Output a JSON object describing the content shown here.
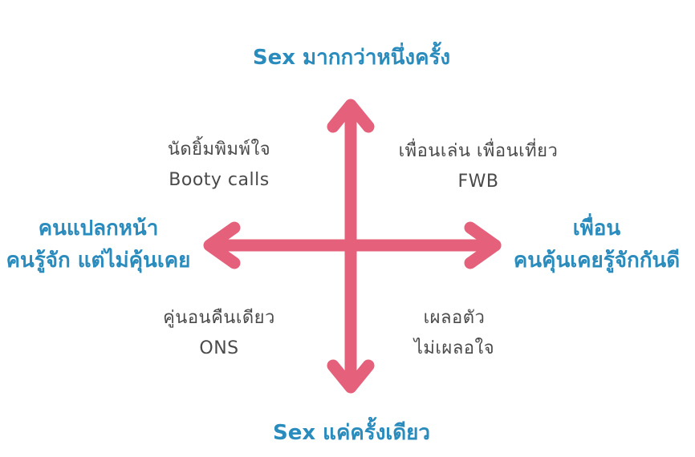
{
  "axes": {
    "top": "Sex มากกว่าหนึ่งครั้ง",
    "bottom": "Sex แค่ครั้งเดียว",
    "left": [
      "คนแปลกหน้า",
      "คนรู้จัก แต่ไม่คุ้นเคย"
    ],
    "right": [
      "เพื่อน",
      "คนคุ้นเคยรู้จักกันดี"
    ]
  },
  "quadrants": {
    "top_left": [
      "นัดยิ้มพิมพ์ใจ",
      "Booty calls"
    ],
    "top_right": [
      "เพื่อนเล่น เพื่อนเที่ยว",
      "FWB"
    ],
    "bottom_left": [
      "คู่นอนคืนเดียว",
      "ONS"
    ],
    "bottom_right": [
      "เผลอตัว",
      "ไม่เผลอใจ"
    ]
  },
  "colors": {
    "arrow": "#e5607a",
    "axis_text": "#2a8bbd",
    "quadrant_text": "#4a4a4a"
  }
}
